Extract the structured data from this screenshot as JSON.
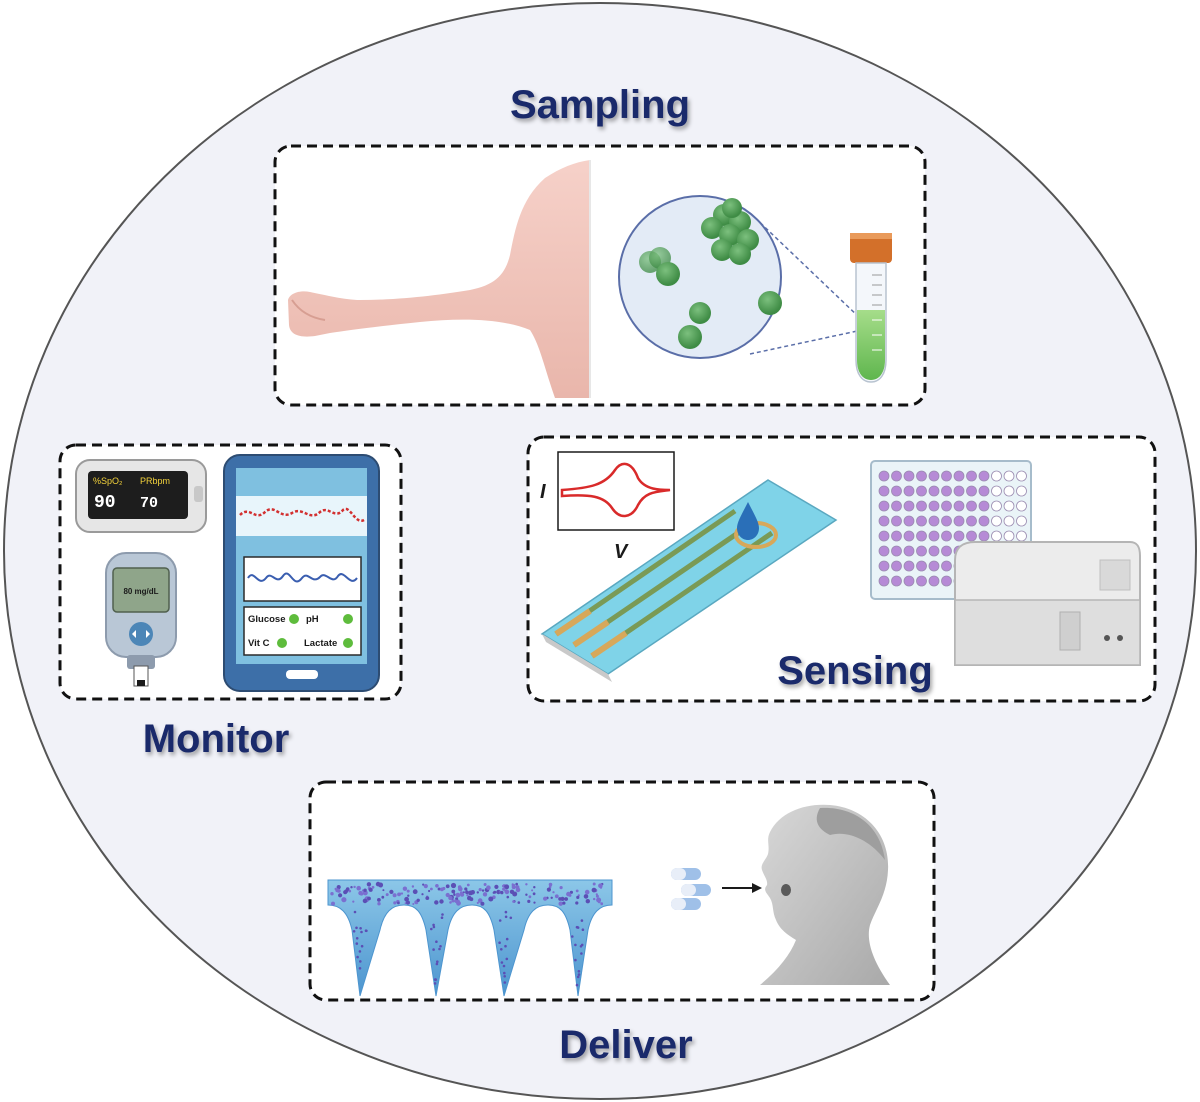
{
  "sections": {
    "sampling": {
      "title": "Sampling"
    },
    "monitor": {
      "title": "Monitor",
      "oximeter": {
        "spo2_label": "%SpO₂",
        "pr_label": "PRbpm",
        "spo2_value": "90",
        "pr_value": "70"
      },
      "glucometer": {
        "reading": "80 mg/dL"
      },
      "tablet": {
        "checklist": [
          "Glucose",
          "pH",
          "Vit C",
          "Lactate"
        ]
      }
    },
    "sensing": {
      "title": "Sensing",
      "cv_axis_x": "V",
      "cv_axis_y": "I"
    },
    "deliver": {
      "title": "Deliver"
    }
  },
  "colors": {
    "background_circle": "#f1f2f8",
    "label_text": "#1a2a6b",
    "cell_green": "#4a9a4e",
    "tube_cap": "#d3702a",
    "cv_curve": "#d92a2a",
    "strip_blue": "#7fd3e8",
    "electrode": "#7a9a55",
    "plate_well": "#b68ad6",
    "microneedle": "#6aaed6",
    "tablet_frame": "#3d6fa8"
  }
}
